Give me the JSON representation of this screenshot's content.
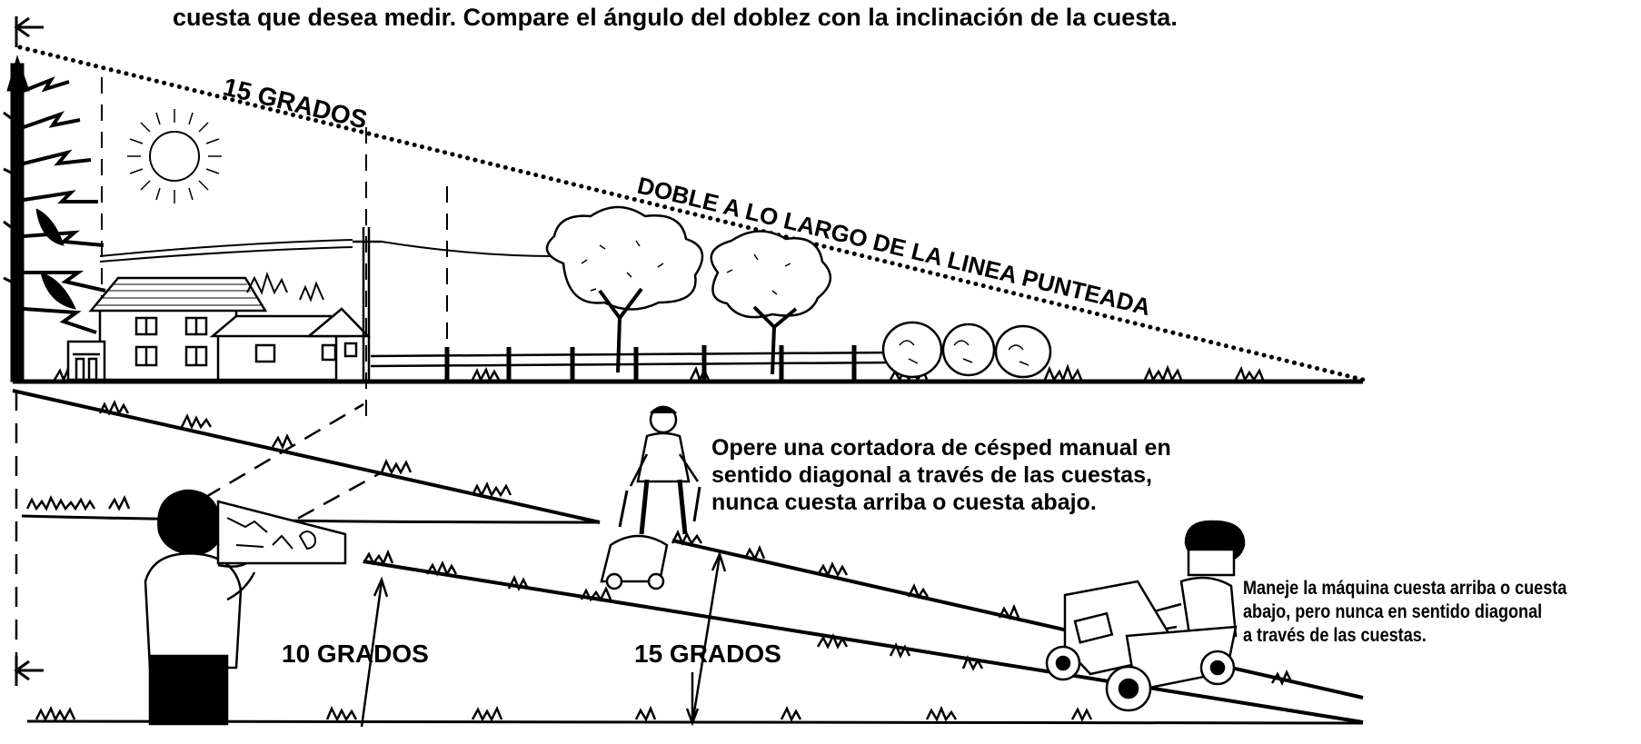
{
  "instruction_text": "cuesta que desea medir.  Compare el ángulo del doblez con la inclinación de la cuesta.",
  "labels": {
    "top_angle": "15 GRADOS",
    "fold_line": "DOBLE A LO LARGO DE LA LINEA PUNTEADA",
    "angle_10": "10 GRADOS",
    "angle_15": "15 GRADOS"
  },
  "notes": {
    "mower": [
      "Opere una cortadora de césped manual en",
      "sentido diagonal a través de las cuestas,",
      "nunca cuesta arriba o cuesta abajo."
    ],
    "tractor": [
      "Maneje la máquina cuesta arriba o cuesta",
      "abajo, pero nunca en sentido diagonal",
      "a través de las cuestas."
    ]
  },
  "colors": {
    "ink": "#000000",
    "paper": "#ffffff"
  }
}
